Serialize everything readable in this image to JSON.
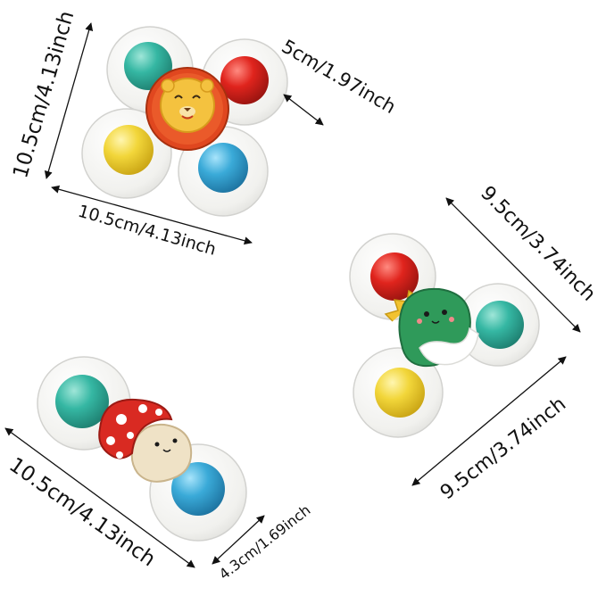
{
  "dimensions": {
    "lion_height": "10.5cm/4.13inch",
    "lion_width": "10.5cm/4.13inch",
    "lion_cup": "5cm/1.97inch",
    "dino_top": "9.5cm/3.74inch",
    "dino_bottom": "9.5cm/3.74inch",
    "mushroom_length": "10.5cm/4.13inch",
    "mushroom_cup": "4.3cm/1.69inch"
  },
  "colors": {
    "cup_shell": "#f1f1ee",
    "ball_teal": "#35b7a3",
    "ball_red": "#e0241d",
    "ball_yellow": "#f2d63a",
    "ball_blue": "#3aaad8",
    "lion_mane": "#e0471f",
    "lion_face": "#f4c23f",
    "dino_green": "#2f9a5a",
    "mushroom_cap": "#d92a22",
    "mushroom_face": "#efe2c6"
  },
  "toys": [
    "lion-spinner",
    "dinosaur-spinner",
    "mushroom-spinner"
  ]
}
